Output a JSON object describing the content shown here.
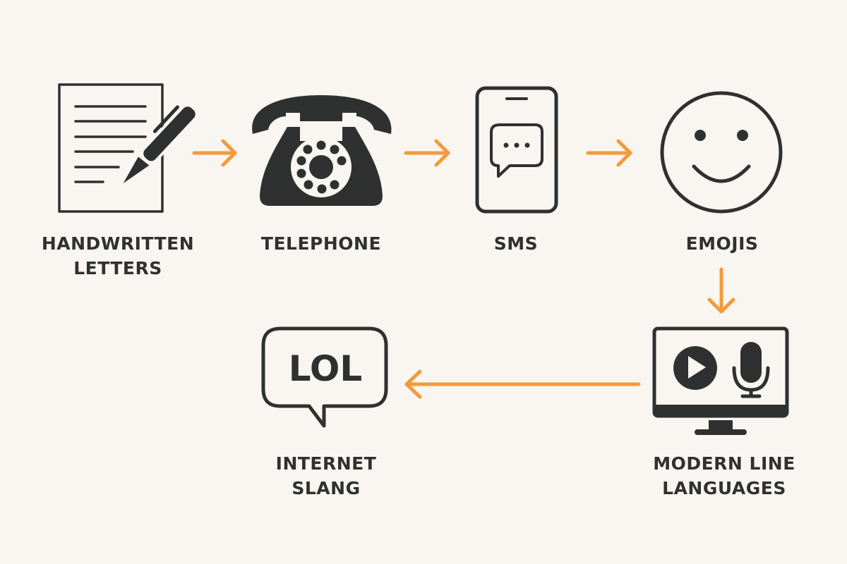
{
  "colors": {
    "background": "#f9f6f1",
    "icon": "#2f3130",
    "arrow": "#f39a3b"
  },
  "nodes": [
    {
      "icon": "handwritten-letter-icon",
      "lines": [
        "HANDWRITTEN",
        "LETTERS"
      ]
    },
    {
      "icon": "rotary-telephone-icon",
      "lines": [
        "TELEPHONE"
      ]
    },
    {
      "icon": "smartphone-chat-icon",
      "lines": [
        "SMS"
      ]
    },
    {
      "icon": "smiley-face-icon",
      "lines": [
        "EMOJIS"
      ]
    },
    {
      "icon": "monitor-media-icon",
      "lines": [
        "MODERN LINE",
        "LANGUAGES"
      ]
    },
    {
      "icon": "speech-bubble-lol-icon",
      "lines": [
        "INTERNET",
        "SLANG"
      ],
      "bubble_text": "LOL"
    }
  ]
}
